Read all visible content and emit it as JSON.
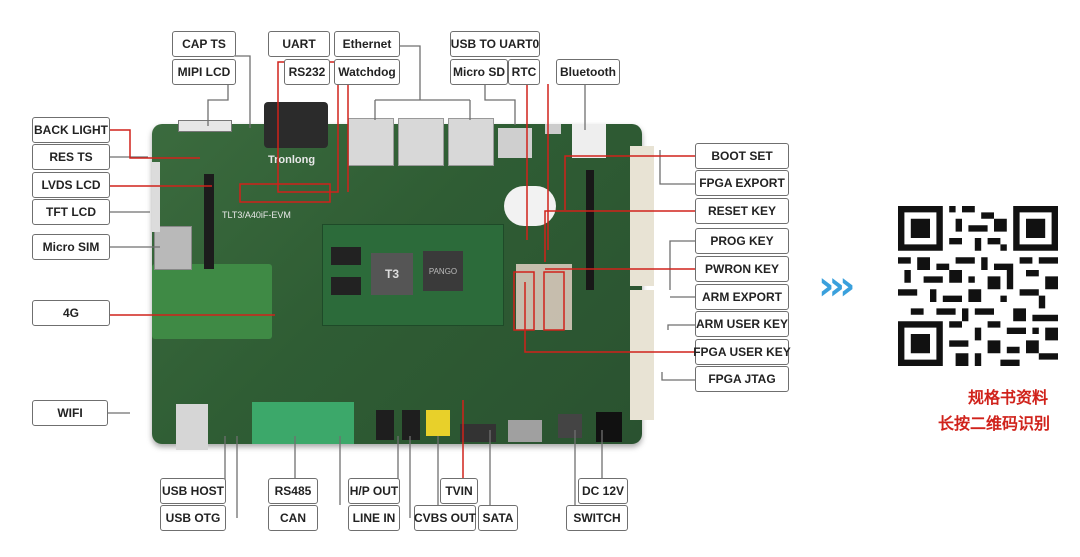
{
  "labels": {
    "cap_ts": "CAP TS",
    "mipi_lcd": "MIPI LCD",
    "uart": "UART",
    "rs232": "RS232",
    "ethernet": "Ethernet",
    "watchdog": "Watchdog",
    "usb_to_uart0": "USB TO UART0",
    "micro_sd": "Micro SD",
    "rtc": "RTC",
    "bluetooth": "Bluetooth",
    "back_light": "BACK LIGHT",
    "res_ts": "RES TS",
    "lvds_lcd": "LVDS LCD",
    "tft_lcd": "TFT LCD",
    "micro_sim": "Micro SIM",
    "lte_4g": "4G",
    "wifi": "WIFI",
    "boot_set": "BOOT SET",
    "fpga_export": "FPGA EXPORT",
    "reset_key": "RESET KEY",
    "prog_key": "PROG KEY",
    "pwron_key": "PWRON KEY",
    "arm_export": "ARM EXPORT",
    "arm_user_key": "ARM USER KEY",
    "fpga_user_key": "FPGA USER KEY",
    "fpga_jtag": "FPGA JTAG",
    "usb_host": "USB HOST",
    "usb_otg": "USB OTG",
    "rs485": "RS485",
    "can": "CAN",
    "hp_out": "H/P OUT",
    "line_in": "LINE IN",
    "tvin": "TVIN",
    "cvbs_out": "CVBS OUT",
    "sata": "SATA",
    "dc_12v": "DC 12V",
    "switch": "SWITCH"
  },
  "board": {
    "brand": "Tronlong",
    "model": "TLT3/A40iF-EVM",
    "soc": "T3",
    "fpga": "PANGO"
  },
  "qr_caption": {
    "line1": "规格书资料",
    "line2": "长按二维码识别"
  },
  "arrow_glyph": "›››",
  "colors": {
    "callout": "#d0221b",
    "frame": "#6f6f6f",
    "pcb": "#2f5d34",
    "arrow": "#3aa0dc"
  }
}
